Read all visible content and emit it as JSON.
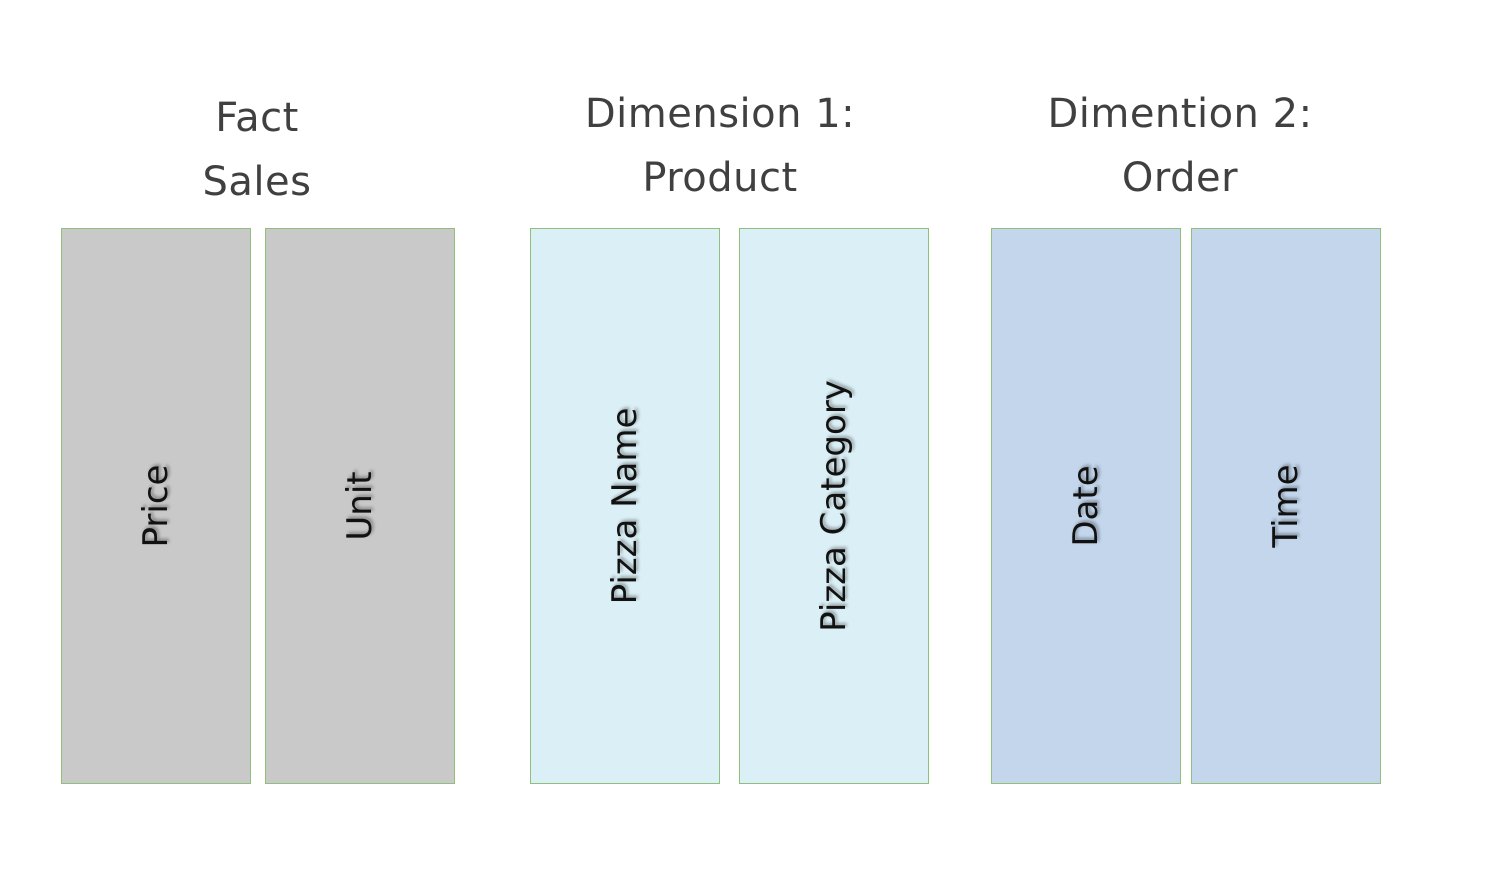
{
  "groups": [
    {
      "title_line1": "Fact",
      "title_line2": "Sales",
      "color": "#c9c9c9",
      "columns": [
        "Price",
        "Unit"
      ]
    },
    {
      "title_line1": "Dimension 1:",
      "title_line2": "Product",
      "color": "#dbf0f6",
      "columns": [
        "Pizza Name",
        "Pizza Category"
      ]
    },
    {
      "title_line1": "Dimention 2:",
      "title_line2": "Order",
      "color": "#c3d6ec",
      "columns": [
        "Date",
        "Time"
      ]
    }
  ],
  "border_color": "#8fbf7a",
  "title_color": "#404040"
}
